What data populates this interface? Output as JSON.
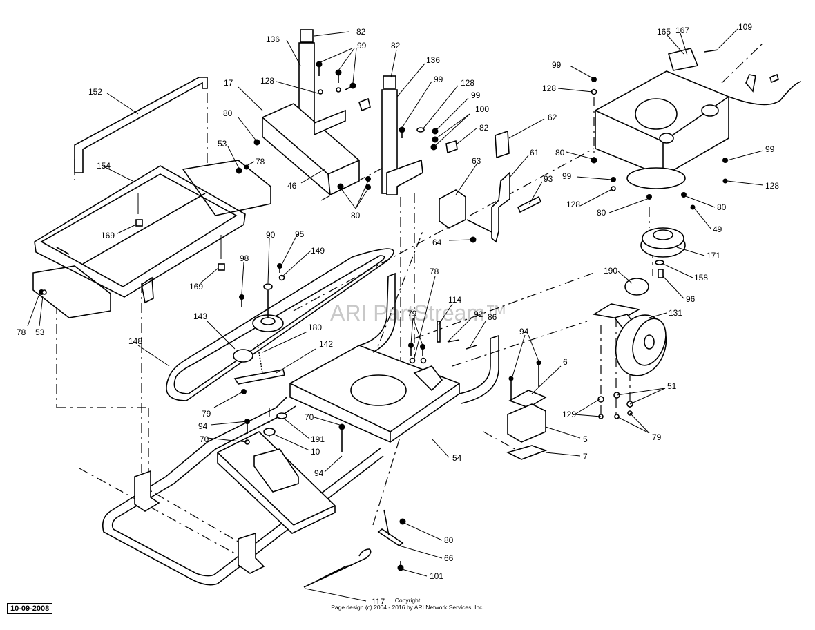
{
  "watermark": "ARI PartStream™",
  "date_stamp": "10-09-2008",
  "copyright_line1": "Copyright",
  "copyright_line2": "Page design (c) 2004 - 2016 by ARI Network Services, Inc.",
  "callouts": [
    {
      "id": "c1",
      "text": "82"
    },
    {
      "id": "c2",
      "text": "136"
    },
    {
      "id": "c3",
      "text": "99"
    },
    {
      "id": "c4",
      "text": "82"
    },
    {
      "id": "c5",
      "text": "136"
    },
    {
      "id": "c6",
      "text": "152"
    },
    {
      "id": "c7",
      "text": "128"
    },
    {
      "id": "c8",
      "text": "17"
    },
    {
      "id": "c9",
      "text": "99"
    },
    {
      "id": "c10",
      "text": "128"
    },
    {
      "id": "c11",
      "text": "99"
    },
    {
      "id": "c12",
      "text": "100"
    },
    {
      "id": "c13",
      "text": "80"
    },
    {
      "id": "c14",
      "text": "82"
    },
    {
      "id": "c15",
      "text": "62"
    },
    {
      "id": "c16",
      "text": "53"
    },
    {
      "id": "c17",
      "text": "78"
    },
    {
      "id": "c18",
      "text": "154"
    },
    {
      "id": "c19",
      "text": "46"
    },
    {
      "id": "c20",
      "text": "63"
    },
    {
      "id": "c21",
      "text": "61"
    },
    {
      "id": "c22",
      "text": "93"
    },
    {
      "id": "c23",
      "text": "80"
    },
    {
      "id": "c24",
      "text": "169"
    },
    {
      "id": "c25",
      "text": "90"
    },
    {
      "id": "c26",
      "text": "95"
    },
    {
      "id": "c27",
      "text": "64"
    },
    {
      "id": "c28",
      "text": "149"
    },
    {
      "id": "c29",
      "text": "98"
    },
    {
      "id": "c30",
      "text": "78"
    },
    {
      "id": "c31",
      "text": "169"
    },
    {
      "id": "c32",
      "text": "114"
    },
    {
      "id": "c33",
      "text": "79"
    },
    {
      "id": "c34",
      "text": "92"
    },
    {
      "id": "c35",
      "text": "86"
    },
    {
      "id": "c36",
      "text": "143"
    },
    {
      "id": "c37",
      "text": "180"
    },
    {
      "id": "c38",
      "text": "78"
    },
    {
      "id": "c39",
      "text": "53"
    },
    {
      "id": "c40",
      "text": "148"
    },
    {
      "id": "c41",
      "text": "142"
    },
    {
      "id": "c42",
      "text": "94"
    },
    {
      "id": "c43",
      "text": "6"
    },
    {
      "id": "c44",
      "text": "79"
    },
    {
      "id": "c45",
      "text": "70"
    },
    {
      "id": "c46",
      "text": "94"
    },
    {
      "id": "c47",
      "text": "70"
    },
    {
      "id": "c48",
      "text": "191"
    },
    {
      "id": "c49",
      "text": "10"
    },
    {
      "id": "c50",
      "text": "54"
    },
    {
      "id": "c51",
      "text": "5"
    },
    {
      "id": "c52",
      "text": "7"
    },
    {
      "id": "c53",
      "text": "94"
    },
    {
      "id": "c54",
      "text": "80"
    },
    {
      "id": "c55",
      "text": "66"
    },
    {
      "id": "c56",
      "text": "101"
    },
    {
      "id": "c57",
      "text": "117"
    },
    {
      "id": "c58",
      "text": "165"
    },
    {
      "id": "c59",
      "text": "167"
    },
    {
      "id": "c60",
      "text": "109"
    },
    {
      "id": "c61",
      "text": "99"
    },
    {
      "id": "c62",
      "text": "128"
    },
    {
      "id": "c63",
      "text": "80"
    },
    {
      "id": "c64",
      "text": "99"
    },
    {
      "id": "c65",
      "text": "99"
    },
    {
      "id": "c66",
      "text": "128"
    },
    {
      "id": "c67",
      "text": "128"
    },
    {
      "id": "c68",
      "text": "80"
    },
    {
      "id": "c69",
      "text": "80"
    },
    {
      "id": "c70",
      "text": "49"
    },
    {
      "id": "c71",
      "text": "171"
    },
    {
      "id": "c72",
      "text": "158"
    },
    {
      "id": "c73",
      "text": "96"
    },
    {
      "id": "c74",
      "text": "190"
    },
    {
      "id": "c75",
      "text": "131"
    },
    {
      "id": "c76",
      "text": "51"
    },
    {
      "id": "c77",
      "text": "129"
    },
    {
      "id": "c78",
      "text": "79"
    }
  ]
}
